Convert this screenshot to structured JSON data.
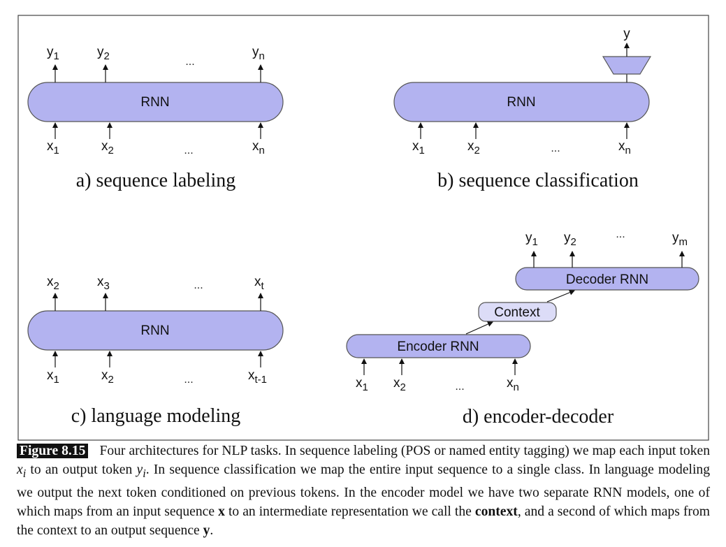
{
  "panels": {
    "a": {
      "rnn": "RNN",
      "caption": "a) sequence labeling",
      "outputs": [
        {
          "b": "y",
          "s": "1"
        },
        {
          "b": "y",
          "s": "2"
        },
        {
          "b": "y",
          "s": "n"
        }
      ],
      "inputs": [
        {
          "b": "x",
          "s": "1"
        },
        {
          "b": "x",
          "s": "2"
        },
        {
          "b": "x",
          "s": "n"
        }
      ],
      "ellipsis": "..."
    },
    "b": {
      "rnn": "RNN",
      "caption": "b) sequence classification",
      "output": "y",
      "inputs": [
        {
          "b": "x",
          "s": "1"
        },
        {
          "b": "x",
          "s": "2"
        },
        {
          "b": "x",
          "s": "n"
        }
      ],
      "ellipsis": "..."
    },
    "c": {
      "rnn": "RNN",
      "caption": "c) language modeling",
      "outputs": [
        {
          "b": "x",
          "s": "2"
        },
        {
          "b": "x",
          "s": "3"
        },
        {
          "b": "x",
          "s": "t"
        }
      ],
      "inputs": [
        {
          "b": "x",
          "s": "1"
        },
        {
          "b": "x",
          "s": "2"
        },
        {
          "b": "x",
          "s": "t-1"
        }
      ],
      "ellipsis": "..."
    },
    "d": {
      "encoder": "Encoder RNN",
      "decoder": "Decoder RNN",
      "context": "Context",
      "caption": "d) encoder-decoder",
      "outputs": [
        {
          "b": "y",
          "s": "1"
        },
        {
          "b": "y",
          "s": "2"
        },
        {
          "b": "y",
          "s": "m"
        }
      ],
      "inputs": [
        {
          "b": "x",
          "s": "1"
        },
        {
          "b": "x",
          "s": "2"
        },
        {
          "b": "x",
          "s": "n"
        }
      ],
      "ellipsis": "..."
    }
  },
  "caption": {
    "label": "Figure 8.15",
    "p1": "Four architectures for NLP tasks. In sequence labeling (POS or named entity tagging) we map each input token ",
    "xi_b": "x",
    "xi_s": "i",
    "p2": " to an output token ",
    "yi_b": "y",
    "yi_s": "i",
    "p3": ". In sequence classification we map the entire input sequence to a single class. In language modeling we output the next token conditioned on previous tokens. In the encoder model we have two separate RNN models, one of which maps from an input sequence ",
    "x_bold": "x",
    "p4": " to an intermediate representation we call the ",
    "context_bold": "context",
    "p5": ", and a second of which maps from the context to an output sequence ",
    "y_bold": "y",
    "p6": "."
  },
  "colors": {
    "rnn_fill": "#b3b3f0",
    "context_fill": "#dcdcf7",
    "stroke": "#555555",
    "frame": "#444444"
  }
}
